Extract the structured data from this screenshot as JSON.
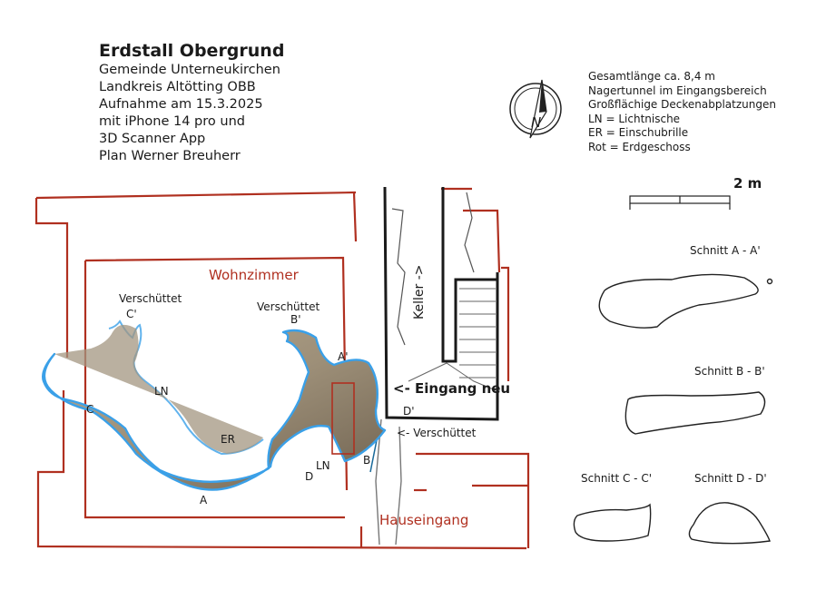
{
  "title": "Erdstall Obergrund",
  "subtitle_lines": [
    "Gemeinde Unterneukirchen",
    "Landkreis Altötting OBB",
    "Aufnahme am 15.3.2025",
    "mit iPhone 14 pro und",
    "3D Scanner App",
    "Plan Werner Breuherr"
  ],
  "legend_lines": [
    "Gesamtlänge ca. 8,4 m",
    "Nagertunnel im Eingangsbereich",
    "Großflächige Deckenabplatzungen",
    "LN = Lichtnische",
    "ER = Einschubrille",
    "Rot = Erdgeschoss"
  ],
  "compass_letter": "N",
  "scale_label": "2 m",
  "rooms": {
    "living": "Wohnzimmer",
    "entrance": "Hauseingang"
  },
  "labels": {
    "keller": "Keller ->",
    "eingang_neu": "<- Eingang neu",
    "verschuettet_left": "Verschüttet",
    "verschuettet_mid": "Verschüttet",
    "verschuettet_right": "<- Verschüttet",
    "c_prime": "C'",
    "b_prime": "B'",
    "a_prime": "A'",
    "d_prime": "D'",
    "c": "C",
    "b": "B",
    "a": "A",
    "d": "D",
    "ln1": "LN",
    "ln2": "LN",
    "er": "ER"
  },
  "sections": {
    "aa": "Schnitt A - A'",
    "bb": "Schnitt B - B'",
    "cc": "Schnitt C - C'",
    "dd": "Schnitt D - D'"
  },
  "colors": {
    "wall_red": "#b03020",
    "scan_blue": "#3aa0e8",
    "tunnel_fill": "#9c8d76"
  }
}
